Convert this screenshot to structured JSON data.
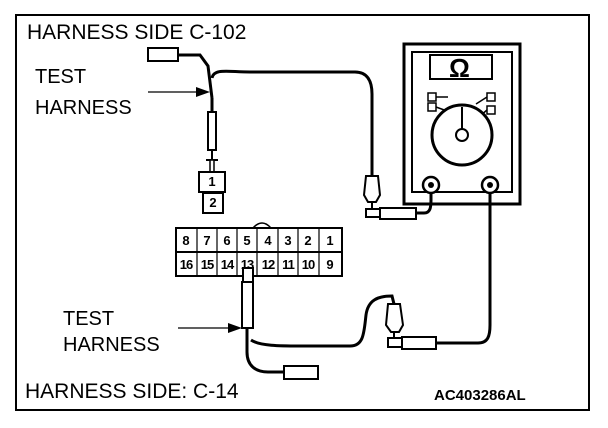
{
  "labels": {
    "top_title": "HARNESS SIDE C-102",
    "bottom_title": "HARNESS SIDE: C-14",
    "test_harness_top_line1": "TEST",
    "test_harness_top_line2": "HARNESS",
    "test_harness_bottom_line1": "TEST",
    "test_harness_bottom_line2": "HARNESS",
    "figure_code": "AC403286AL"
  },
  "small_connector": {
    "pins": [
      "1",
      "2"
    ]
  },
  "large_connector": {
    "top_row": [
      "8",
      "7",
      "6",
      "5",
      "4",
      "3",
      "2",
      "1"
    ],
    "bottom_row": [
      "16",
      "15",
      "14",
      "13",
      "12",
      "11",
      "10",
      "9"
    ]
  },
  "meter": {
    "display": "Ω",
    "icon": "ohmmeter-icon"
  }
}
